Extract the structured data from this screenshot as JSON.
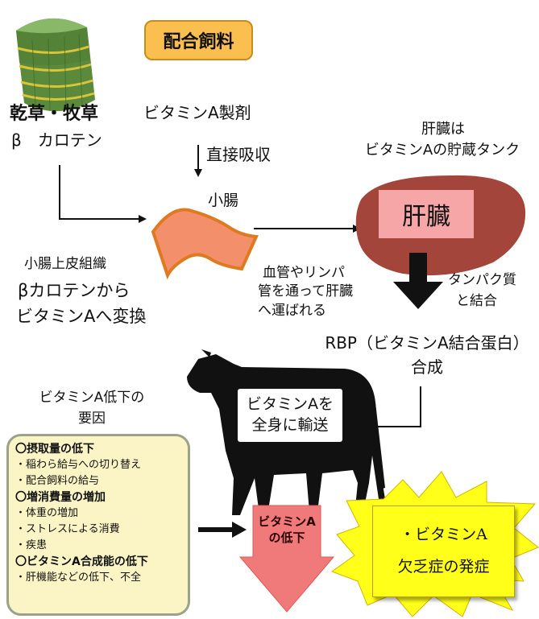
{
  "labels": {
    "formula_feed": "配合飼料",
    "hay": "乾草・牧草",
    "beta_carotene": "β　カロテン",
    "vitamin_a_prep": "ビタミンA製剤",
    "direct_absorption": "直接吸収",
    "small_intestine": "小腸",
    "liver_storage_line1": "肝臓は",
    "liver_storage_line2": "ビタミンAの貯蔵タンク",
    "liver": "肝臓",
    "epithelium": "小腸上皮組織",
    "conversion_line1": "βカロテンから",
    "conversion_line2": "ビタミンAへ変換",
    "transport_line1": "血管やリンパ",
    "transport_line2": "管を通って肝臓",
    "transport_line3": "へ運ばれる",
    "protein_line1": "タンパク質",
    "protein_line2": "と結合",
    "rbp_line1": "RBP（ビタミンA結合蛋白）",
    "rbp_line2": "合成",
    "cow_line1": "ビタミンAを",
    "cow_line2": "全身に輸送",
    "factors_title_line1": "ビタミンA低下の",
    "factors_title_line2": "要因",
    "decline_line1": "ビタミンA",
    "decline_line2": "の低下",
    "deficiency_line1": "・ビタミンA",
    "deficiency_line2": "欠乏症の発症"
  },
  "factors": [
    {
      "text": "〇摂取量の低下",
      "heading": true
    },
    {
      "text": "・稲わら給与への切り替え",
      "heading": false
    },
    {
      "text": "・配合飼料の給与",
      "heading": false
    },
    {
      "text": "〇増消費量の増加",
      "heading": true
    },
    {
      "text": "・体重の増加",
      "heading": false
    },
    {
      "text": "・ストレスによる消費",
      "heading": false
    },
    {
      "text": "・疾患",
      "heading": false
    },
    {
      "text": "〇ビタミンA合成能の低下",
      "heading": true
    },
    {
      "text": "・肝機能などの低下、不全",
      "heading": false
    }
  ],
  "colors": {
    "feed_box": "#fbbf50",
    "liver": "#a3453a",
    "liver_label": "#f6a6a6",
    "intestine": "#f48f6c",
    "factors_box": "#fbf5c6",
    "decline_arrow": "#f07a7a",
    "burst": "#ffff1a",
    "cow": "#111111"
  }
}
